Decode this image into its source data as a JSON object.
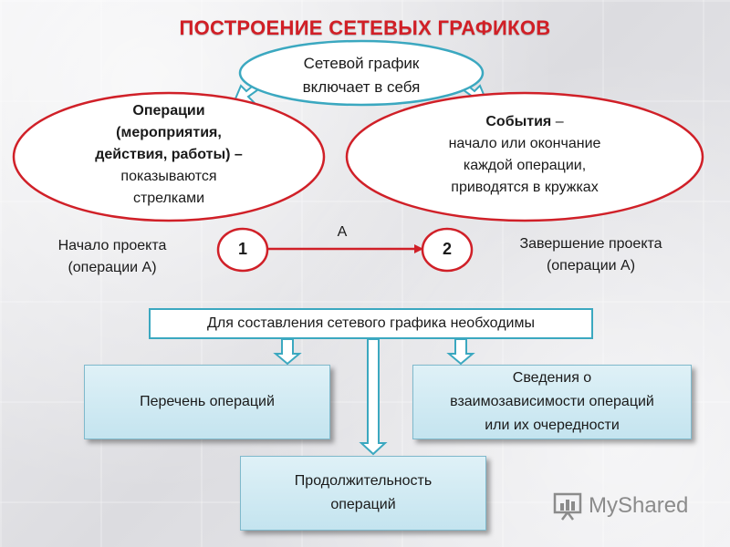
{
  "title": "ПОСТРОЕНИЕ СЕТЕВЫХ ГРАФИКОВ",
  "main_oval": {
    "line1": "Сетевой график",
    "line2": "включает в себя"
  },
  "left_oval": {
    "bold1": "Операции",
    "bold2": "(мероприятия,",
    "bold3": "действия, работы)",
    "dash": " –",
    "line4": "показываются",
    "line5": "стрелками"
  },
  "right_oval": {
    "bold1": "События",
    "dash": " –",
    "line2": "начало или окончание",
    "line3": "каждой операции,",
    "line4": "приводятся в кружках"
  },
  "network": {
    "start_label": {
      "line1": "Начало проекта",
      "line2": "(операции А)"
    },
    "end_label": {
      "line1": "Завершение проекта",
      "line2": "(операции А)"
    },
    "node1": "1",
    "node2": "2",
    "arrow_label": "А"
  },
  "requirements_box": "Для составления сетевого графика необходимы",
  "boxes": {
    "box1": "Перечень операций",
    "box2": {
      "line1": "Сведения о",
      "line2": "взаимозависимости операций",
      "line3": "или их очередности"
    },
    "box3": {
      "line1": "Продолжительность",
      "line2": "операций"
    }
  },
  "watermark": "MyShared",
  "colors": {
    "title_red": "#d11f26",
    "oval_red": "#d02028",
    "oval_teal": "#3ba8c0",
    "box_blue": "#c4e4ef"
  }
}
